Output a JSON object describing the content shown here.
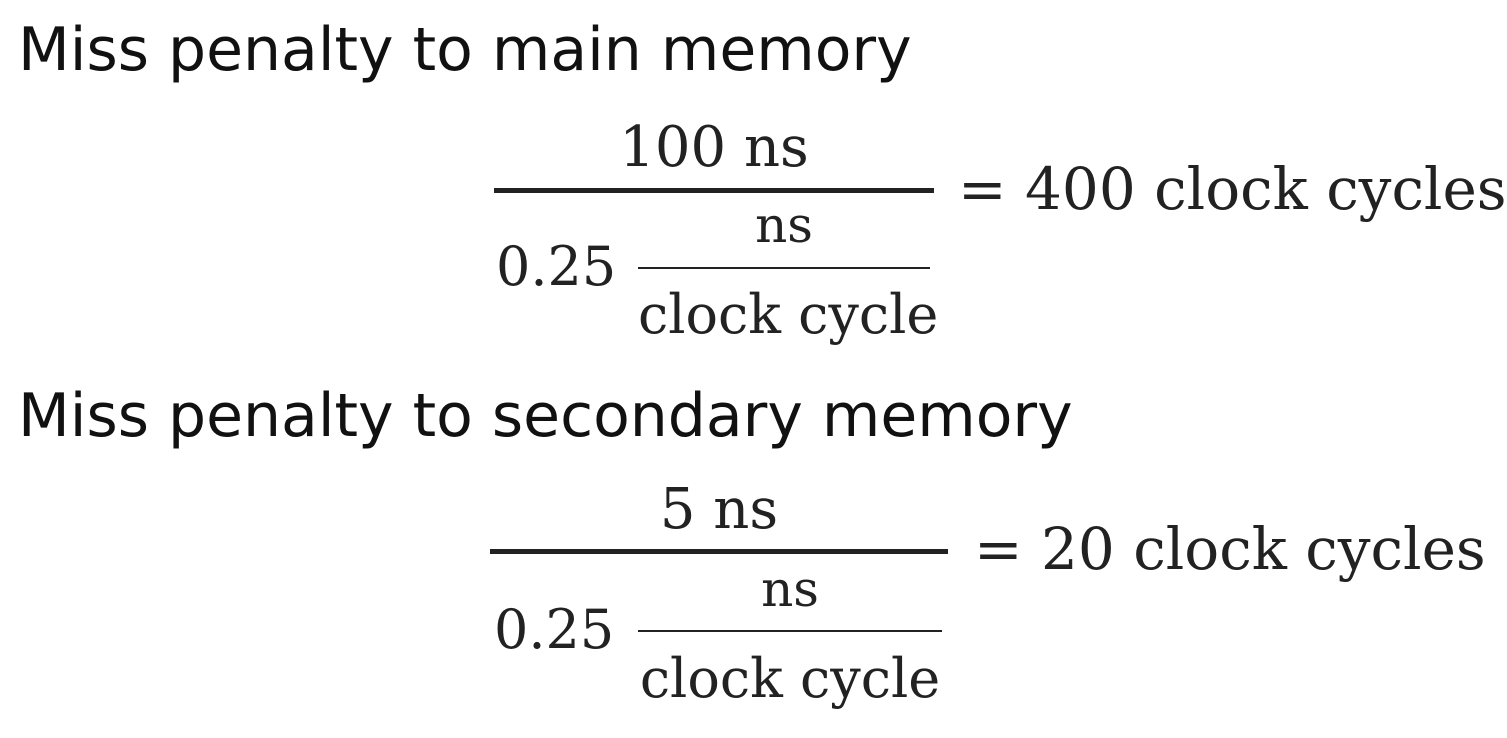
{
  "sections": [
    {
      "heading": "Miss penalty to main memory",
      "numerator": "100 ns",
      "denominator_coefficient": "0.25",
      "denominator_unit_numerator": "ns",
      "denominator_unit_denominator": "clock cycle",
      "result": "= 400 clock cycles"
    },
    {
      "heading": "Miss penalty to secondary memory",
      "numerator": "5 ns",
      "denominator_coefficient": "0.25",
      "denominator_unit_numerator": "ns",
      "denominator_unit_denominator": "clock cycle",
      "result": "= 20 clock cycles"
    }
  ]
}
